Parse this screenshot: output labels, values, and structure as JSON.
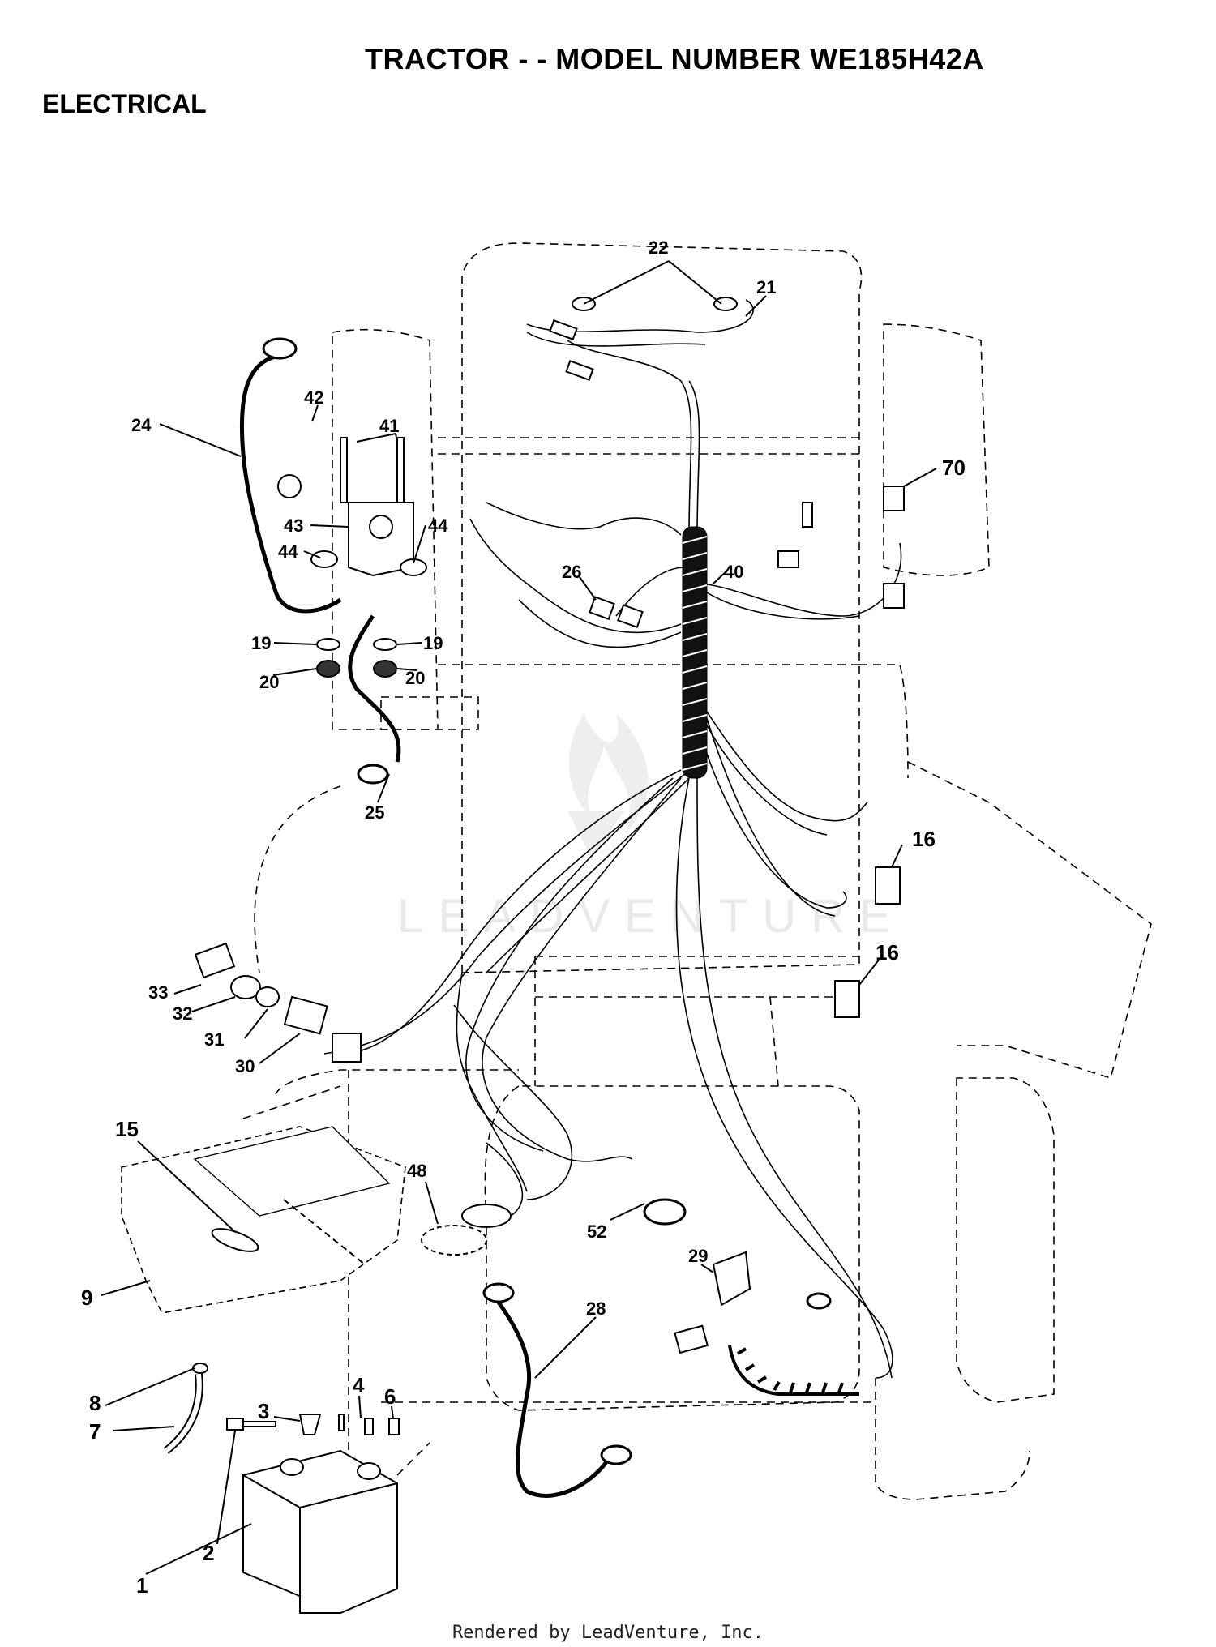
{
  "header": {
    "title": "TRACTOR - - MODEL NUMBER WE185H42A",
    "section": "ELECTRICAL"
  },
  "watermark": {
    "text": "LEADVENTURE",
    "color": "#e9e9e9"
  },
  "footer": {
    "text": "Rendered by LeadVenture, Inc."
  },
  "callouts": [
    "1",
    "2",
    "3",
    "4",
    "6",
    "7",
    "8",
    "9",
    "15",
    "16",
    "16",
    "19",
    "19",
    "20",
    "20",
    "21",
    "22",
    "24",
    "25",
    "26",
    "28",
    "29",
    "30",
    "31",
    "32",
    "33",
    "40",
    "41",
    "42",
    "43",
    "44",
    "44",
    "48",
    "52",
    "70"
  ]
}
